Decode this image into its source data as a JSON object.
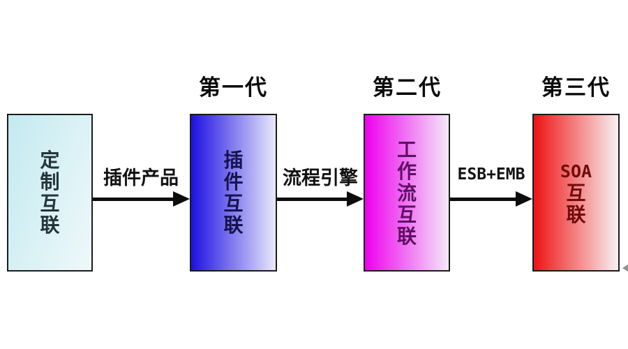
{
  "diagram": {
    "background_color": "#ffffff",
    "border_color": "#1b1b1b",
    "arrow_color": "#0d0d0d"
  },
  "generations": [
    {
      "title": "第一代"
    },
    {
      "title": "第二代"
    },
    {
      "title": "第三代"
    }
  ],
  "boxes": [
    {
      "label": "定制互联",
      "lines": [
        "定",
        "制",
        "互",
        "联"
      ],
      "gradient_from": "#c3eaf0",
      "gradient_to": "#eff8fa",
      "gradient_angle": "110deg",
      "text_color": "#24343a"
    },
    {
      "label": "插件互联",
      "lines": [
        "插",
        "件",
        "互",
        "联"
      ],
      "gradient_from": "#1e10e2",
      "gradient_to": "#e9e9fb",
      "gradient_angle": "90deg",
      "text_color": "#14144e"
    },
    {
      "label": "工作流互联",
      "lines": [
        "工",
        "作",
        "流",
        "互",
        "联"
      ],
      "gradient_from": "#ee00ee",
      "gradient_to": "#f3e9f7",
      "gradient_angle": "90deg",
      "text_color": "#5e1063"
    },
    {
      "label": "SOA互联",
      "lines": [
        "SOA",
        "互",
        "联"
      ],
      "gradient_from": "#ee1313",
      "gradient_to": "#f8f1f2",
      "gradient_angle": "90deg",
      "text_color": "#700c0c"
    }
  ],
  "arrows": [
    {
      "label": "插件产品"
    },
    {
      "label": "流程引擎"
    },
    {
      "label": "ESB+EMB"
    }
  ]
}
